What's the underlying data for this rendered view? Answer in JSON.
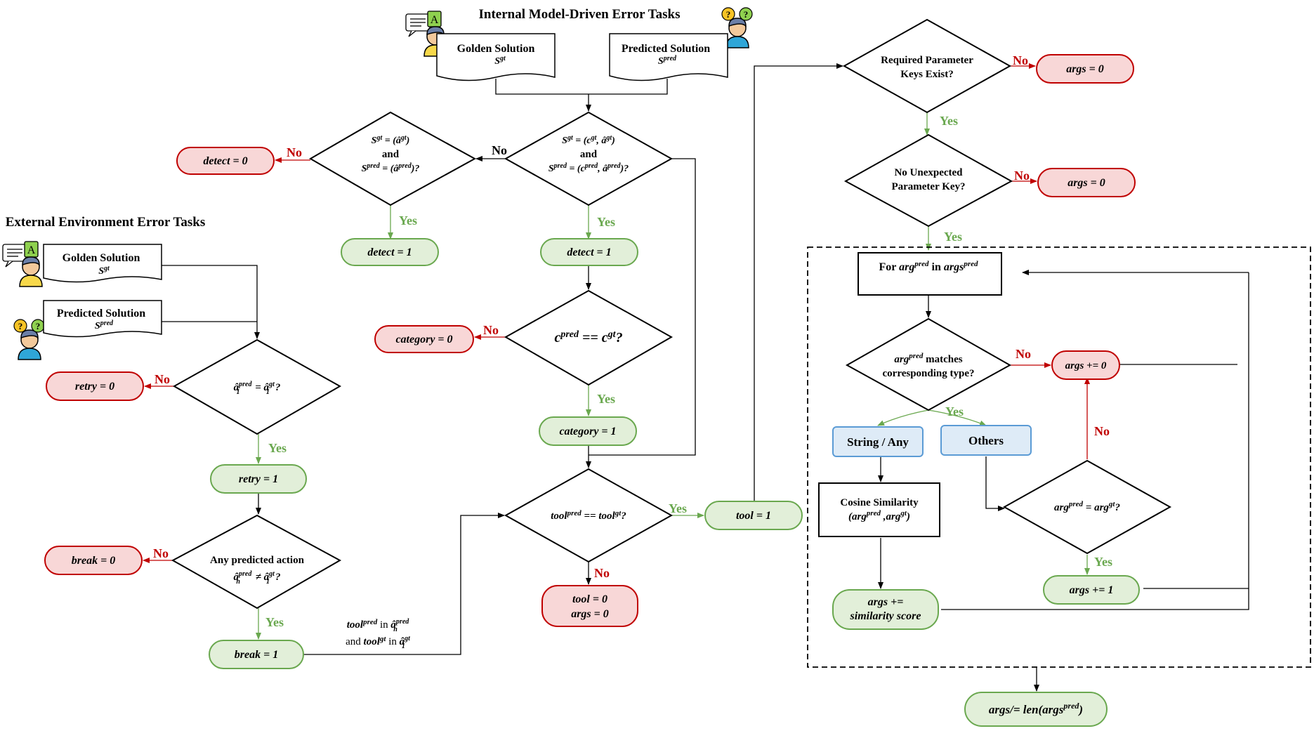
{
  "headings": {
    "internal": "Internal Model-Driven Error Tasks",
    "external": "External Environment Error Tasks"
  },
  "documents": {
    "golden_title": "Golden Solution",
    "golden_symbol": "Sgt",
    "predicted_title": "Predicted Solution",
    "predicted_symbol": "Spred"
  },
  "labels": {
    "yes": "Yes",
    "no": "No",
    "and": "and"
  },
  "internal_flow": {
    "cond_1": "Sgt = (cgt, âgt) and Spred = (cpred, âpred)?",
    "cond_2": "Sgt = (âgt) and Spred = (âpred)?",
    "detect_0": "detect = 0",
    "detect_1a": "detect = 1",
    "detect_1b": "detect = 1",
    "cond_category": "cpred == cgt?",
    "category_0": "category = 0",
    "category_1": "category = 1"
  },
  "external_flow": {
    "cond_retry": "â1pred = â1gt?",
    "retry_0": "retry = 0",
    "retry_1": "retry = 1",
    "cond_break_line1": "Any predicted action",
    "cond_break_line2": "ânpred ≠ â1gt?",
    "break_0": "break = 0",
    "break_1": "break = 1",
    "tool_in_line1": "toolpred in ânpred",
    "tool_in_line2": "and toolgt in â1gt"
  },
  "tool_flow": {
    "cond_tool": "toolpred == toolgt?",
    "tool_1": "tool = 1",
    "tool_0_line1": "tool = 0",
    "tool_0_line2": "args = 0"
  },
  "args_flow": {
    "cond_required_line1": "Required Parameter",
    "cond_required_line2": "Keys Exist?",
    "args_0a": "args = 0",
    "cond_unexpected_line1": "No Unexpected",
    "cond_unexpected_line2": "Parameter Key?",
    "args_0b": "args = 0",
    "loop_label": "For argpred in argspred",
    "cond_type_line1": "argpred matches",
    "cond_type_line2": "corresponding type?",
    "string_any": "String / Any",
    "others": "Others",
    "cosine_line1": "Cosine Similarity",
    "cosine_line2": "(argpred ,arggt)",
    "args_plus_0": "args += 0",
    "cond_equal": "argpred = arggt?",
    "args_plus_1": "args += 1",
    "similarity_line1": "args +=",
    "similarity_line2": "similarity score",
    "final": "args/= len(argspred)"
  }
}
